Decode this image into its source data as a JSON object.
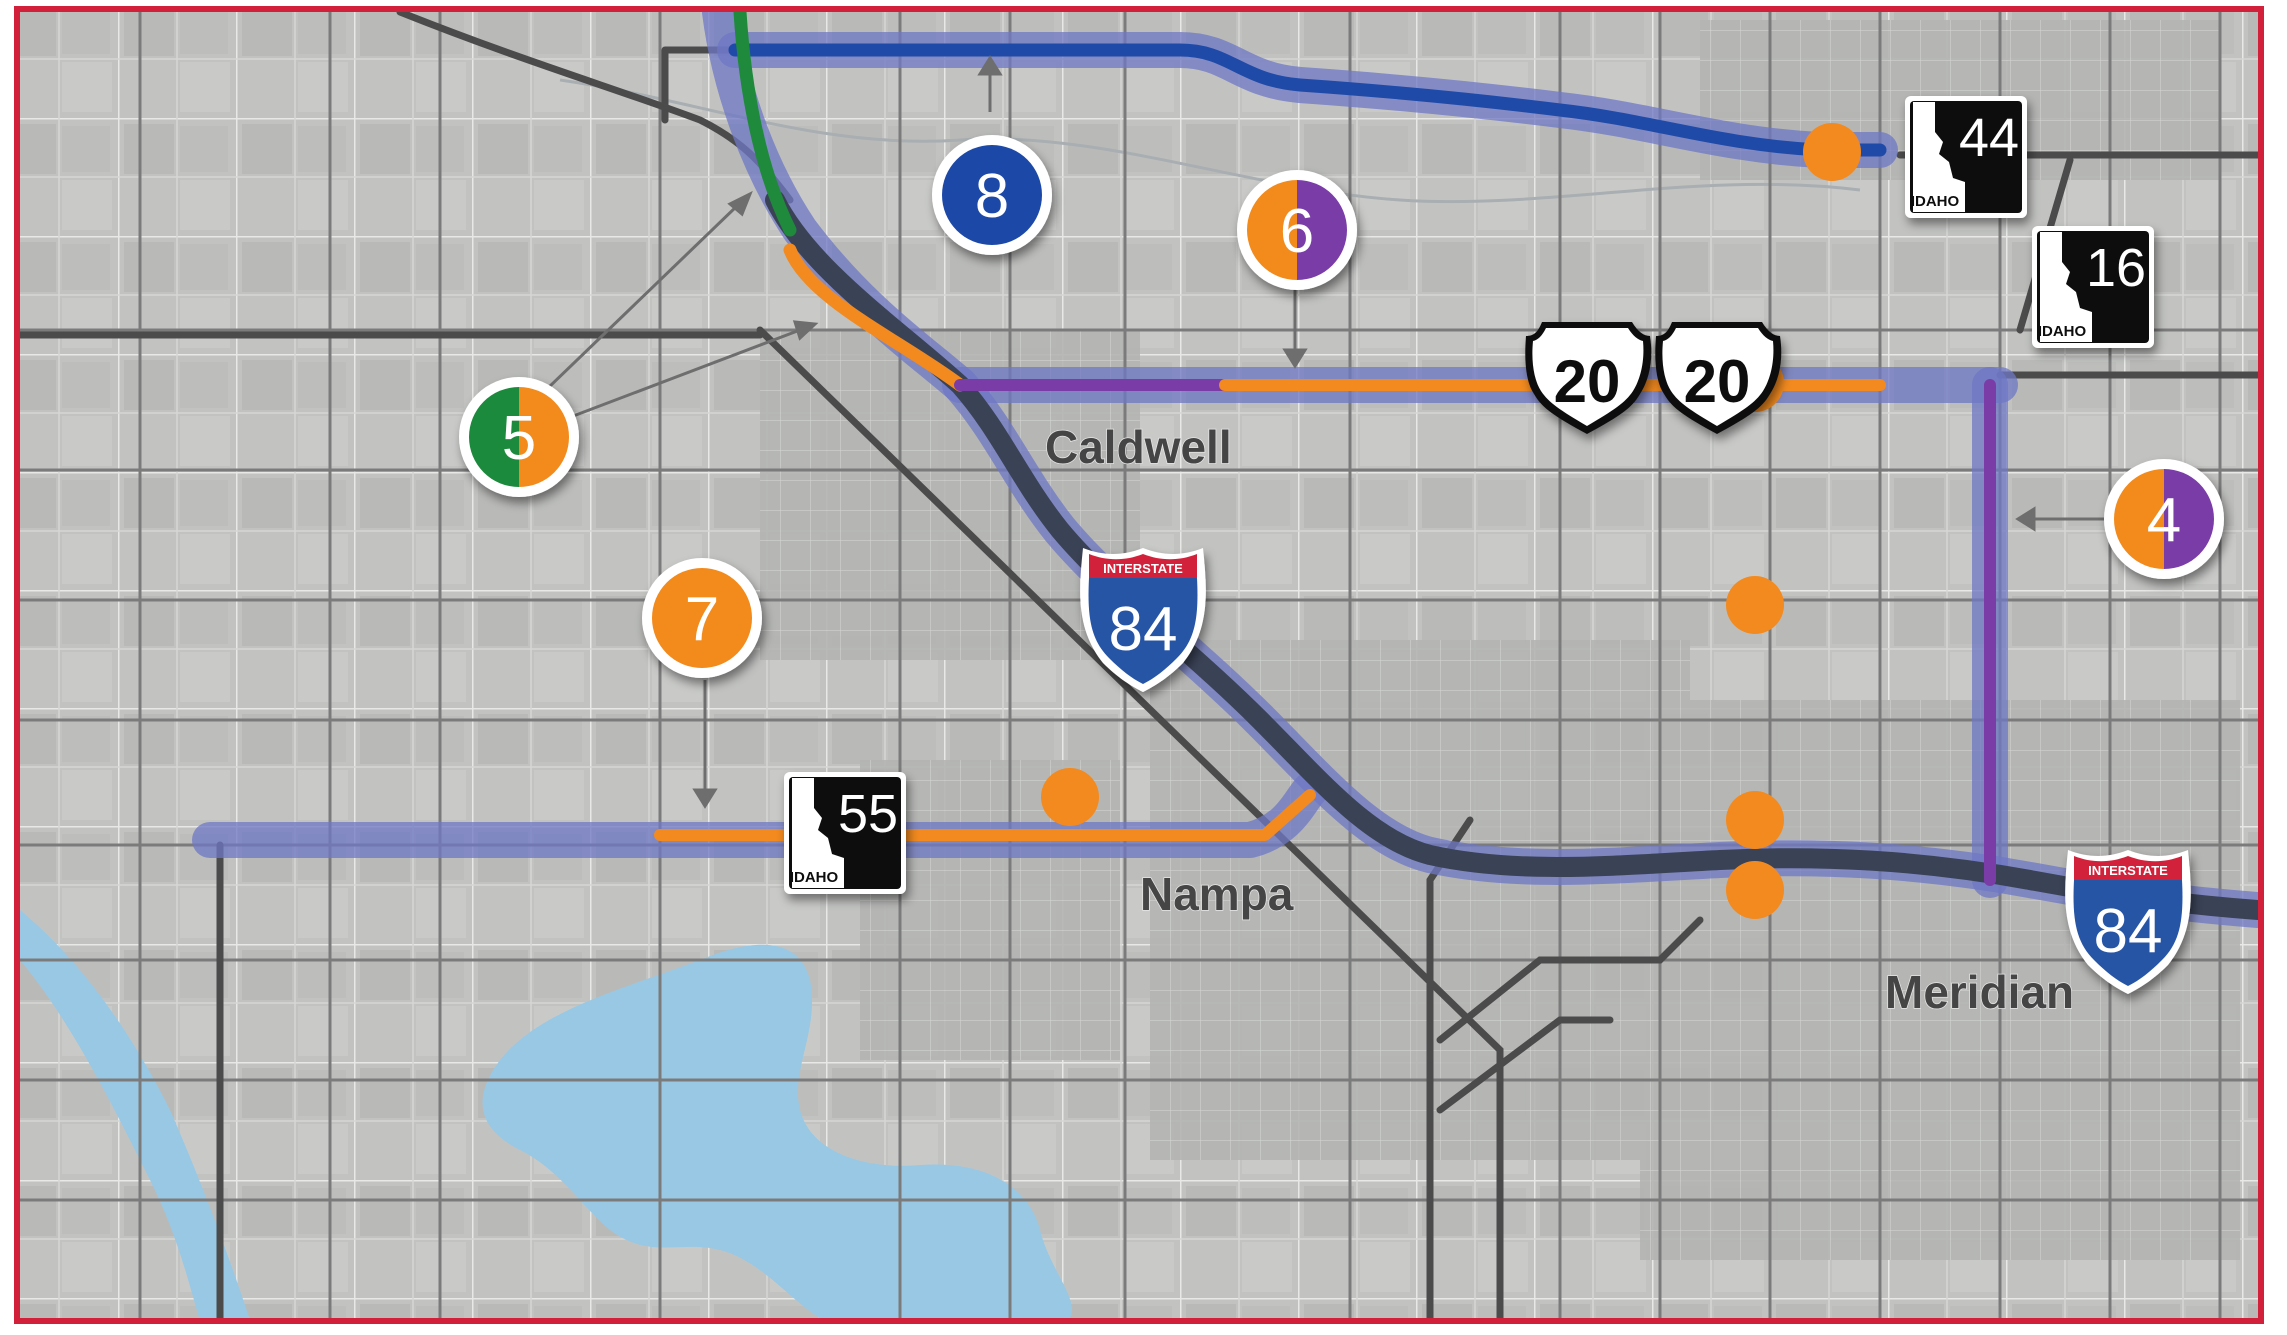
{
  "colors": {
    "frame": "#d2203a",
    "land": "#c2c3c1",
    "water": "#98c8e4",
    "corridor_band": "#6d77c4",
    "interstate_core": "#3a4256",
    "blue_project": "#1f4aa8",
    "orange_project": "#f28a1f",
    "purple_project": "#7a3da8",
    "green_project": "#1f8a3c",
    "arterial": "#4b4b4b",
    "city_label": "#454545"
  },
  "cities": [
    {
      "name": "Caldwell"
    },
    {
      "name": "Nampa"
    },
    {
      "name": "Meridian"
    }
  ],
  "shields": {
    "i84_a": {
      "top": "INTERSTATE",
      "number": "84"
    },
    "i84_b": {
      "top": "INTERSTATE",
      "number": "84"
    },
    "us20_a": {
      "number": "20"
    },
    "us20_b": {
      "number": "20"
    },
    "id44": {
      "state": "IDAHO",
      "number": "44"
    },
    "id16": {
      "state": "IDAHO",
      "number": "16"
    },
    "id55": {
      "state": "IDAHO",
      "number": "55"
    }
  },
  "markers": [
    {
      "number": "8",
      "icon": "project-8-marker",
      "colors": [
        "#1f4aa8"
      ]
    },
    {
      "number": "6",
      "icon": "project-6-marker",
      "colors": [
        "#f28a1f",
        "#7a3da8"
      ]
    },
    {
      "number": "5",
      "icon": "project-5-marker",
      "colors": [
        "#1f8a3c",
        "#f28a1f"
      ]
    },
    {
      "number": "7",
      "icon": "project-7-marker",
      "colors": [
        "#f28a1f"
      ]
    },
    {
      "number": "4",
      "icon": "project-4-marker",
      "colors": [
        "#f28a1f",
        "#7a3da8"
      ]
    }
  ]
}
